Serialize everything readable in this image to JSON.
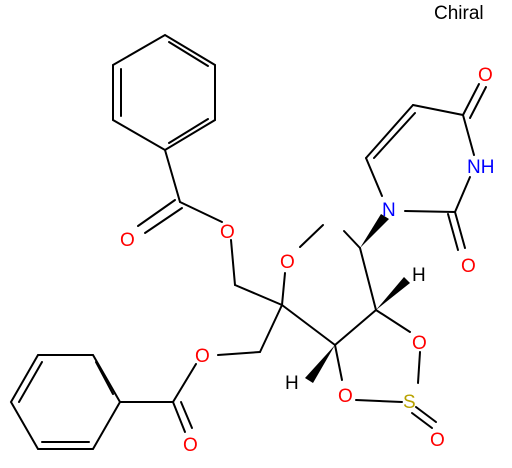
{
  "chiral_label": "Chiral",
  "colors": {
    "bond": "#000000",
    "oxygen": "#ff0000",
    "nitrogen": "#0000ff",
    "sulfur": "#b8a200",
    "hydrogen": "#000000"
  },
  "atoms": {
    "o_carbonyl_top": "O",
    "o_ester_top": "O",
    "o_ring": "O",
    "n1": "N",
    "nh3": "NH",
    "o4": "O",
    "o2": "O",
    "h2": "H",
    "h3": "H",
    "o_sulfite_right": "O",
    "o_sulfite_left": "O",
    "s": "S",
    "o_sulfinyl": "O",
    "o_ester_bottom": "O",
    "o_carbonyl_bottom": "O"
  }
}
